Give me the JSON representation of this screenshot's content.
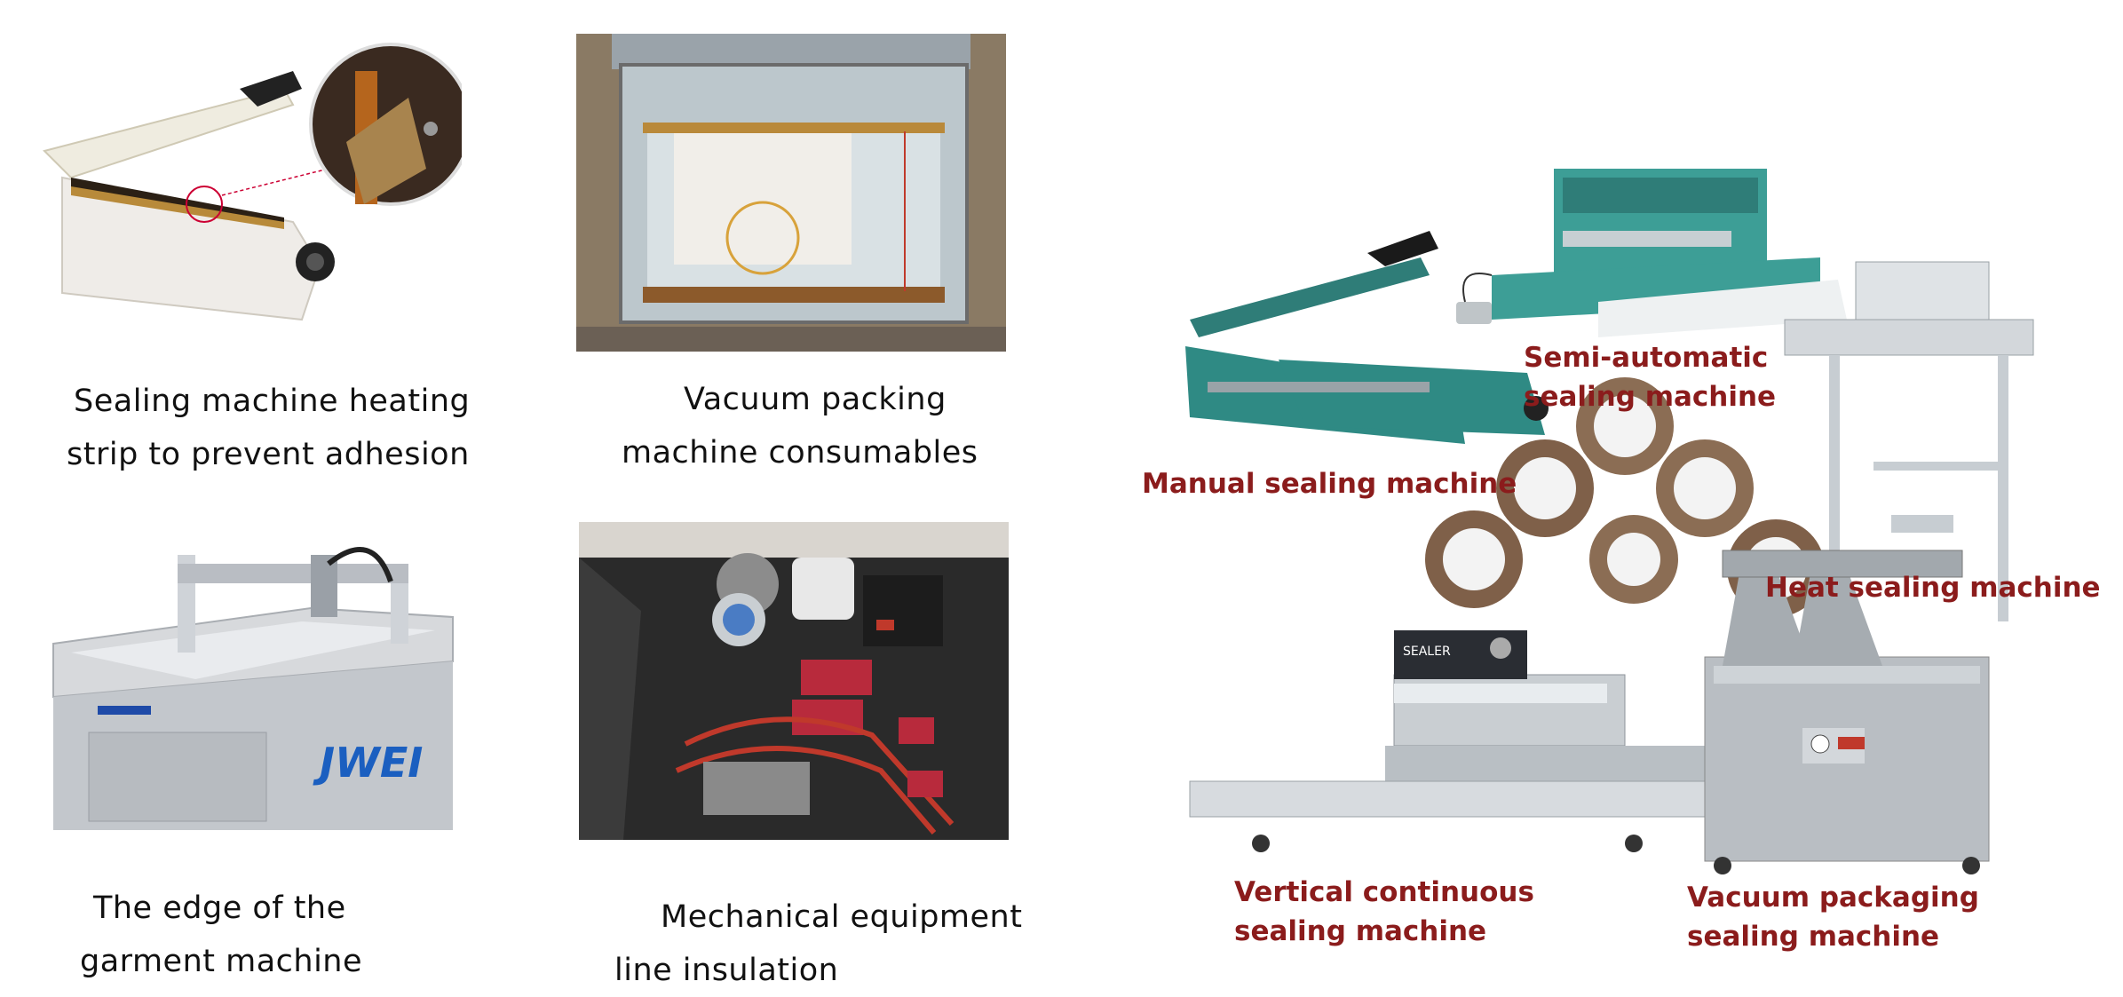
{
  "left_panel": {
    "items": [
      {
        "line1": "Sealing machine heating",
        "line2": "strip to prevent adhesion"
      },
      {
        "line1": "Vacuum packing",
        "line2": "machine consumables"
      },
      {
        "line1": "The edge of the",
        "line2": "garment machine"
      },
      {
        "line1": "Mechanical equipment",
        "line2": "line insulation"
      }
    ]
  },
  "right_panel": {
    "labels": {
      "semi_automatic": {
        "line1": "Semi-automatic",
        "line2": "sealing machine"
      },
      "manual": "Manual sealing machine",
      "heat": "Heat sealing machine",
      "vertical": {
        "line1": "Vertical continuous",
        "line2": "sealing machine"
      },
      "vacuum": {
        "line1": "Vacuum packaging",
        "line2": "sealing machine"
      }
    },
    "logo_text": "JWEI",
    "panel_text": "SEALER"
  }
}
